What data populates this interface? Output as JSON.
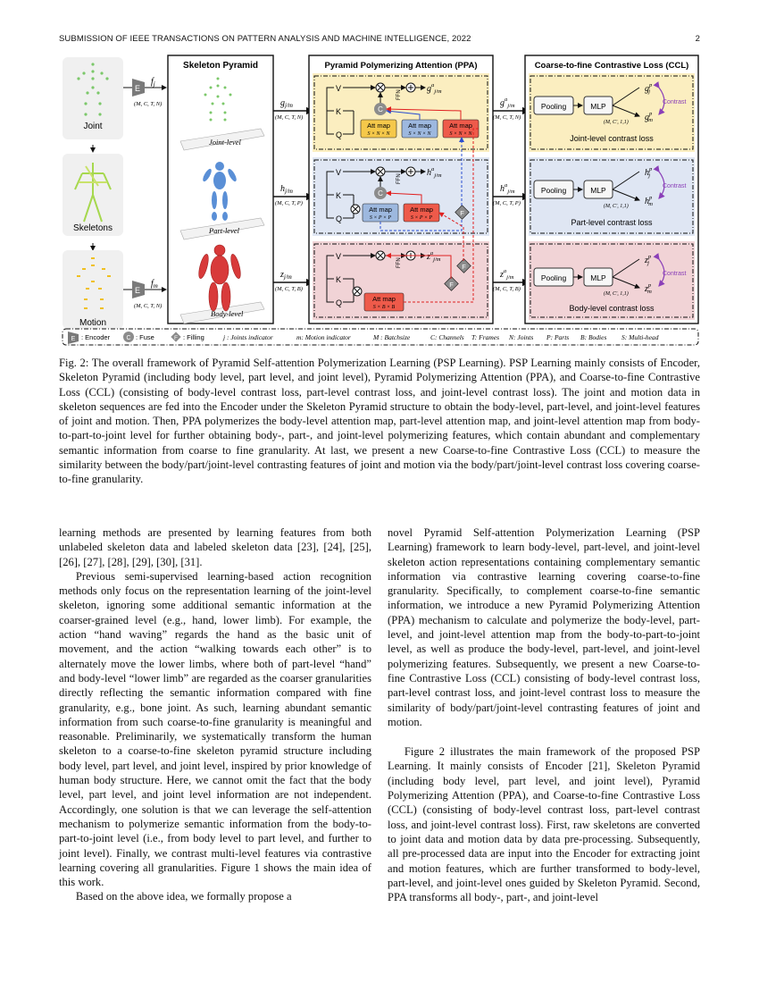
{
  "header": {
    "journal": "SUBMISSION OF IEEE TRANSACTIONS ON PATTERN ANALYSIS AND MACHINE INTELLIGENCE, 2022",
    "page_number": "2"
  },
  "figure": {
    "left_labels": {
      "joint": "Joint",
      "skeletons": "Skeletons",
      "motion": "Motion"
    },
    "encoder_letter": "E",
    "feat_fj": "f",
    "feat_fj_sub": "j",
    "feat_fm": "f",
    "feat_fm_sub": "m",
    "dims": "(M, C, T, N)",
    "pyramid_title": "Skeleton Pyramid",
    "level_joint": "Joint-level",
    "level_part": "Part-level",
    "level_body": "Body-level",
    "ppa_title": "Pyramid Polymerizing Attention (PPA)",
    "ccl_title": "Coarse-to-fine Contrastive Loss (CCL)",
    "in_g": "g",
    "in_h": "h",
    "in_z": "z",
    "in_sub": "j/m",
    "in_dims_g": "(M, C, T, N)",
    "in_dims_h": "(M, C, T, P)",
    "in_dims_z": "(M, C, T, B)",
    "V": "V",
    "K": "K",
    "Q": "Q",
    "ffn": "FFN",
    "att_map": "Att map",
    "att_snn": "S × N × N",
    "att_spp": "S × P × P",
    "att_sbb": "S × B × B",
    "out_ga": "g",
    "out_ha": "h",
    "out_za": "z",
    "out_sup": "a",
    "out_dims_g": "(M, C, T, N)",
    "out_dims_h": "(M, C, T, P)",
    "out_dims_z": "(M, C, T, B)",
    "pooling": "Pooling",
    "mlp": "MLP",
    "mlp_dims": "(M, C', 1,1)",
    "contrast": "Contrast",
    "proj_g": "g",
    "proj_h": "h",
    "proj_z": "z",
    "proj_sup": "p",
    "proj_j": "j",
    "proj_m": "m",
    "loss_joint": "Joint-level contrast loss",
    "loss_part": "Part-level contrast loss",
    "loss_body": "Body-level contrast loss",
    "fuse_letter": "C",
    "fill_letter": "F",
    "legend": [
      ": Encoder",
      ": Fuse",
      ": Filling",
      "j : Joints indicator",
      "m: Motion indicator",
      "M : Batchsize",
      "C: Channels",
      "T: Frames",
      "N: Joints",
      "P: Parts",
      "B: Bodies",
      "S: Multi-head"
    ]
  },
  "caption": "Fig. 2: The overall framework of Pyramid Self-attention Polymerization Learning (PSP Learning). PSP Learning mainly consists of Encoder, Skeleton Pyramid (including body level, part level, and joint level), Pyramid Polymerizing Attention (PPA), and Coarse-to-fine Contrastive Loss (CCL) (consisting of body-level contrast loss, part-level contrast loss, and joint-level contrast loss). The joint and motion data in skeleton sequences are fed into the Encoder under the Skeleton Pyramid structure to obtain the body-level, part-level, and joint-level features of joint and motion. Then, PPA polymerizes the body-level attention map, part-level attention map, and joint-level attention map from body-to-part-to-joint level for further obtaining body-, part-, and joint-level polymerizing features, which contain abundant and complementary semantic information from coarse to fine granularity. At last, we present a new Coarse-to-fine Contrastive Loss (CCL) to measure the similarity between the body/part/joint-level contrasting features of joint and motion via the body/part/joint-level contrast loss covering coarse-to-fine granularity.",
  "body": {
    "left": [
      "learning methods are presented by learning features from both unlabeled skeleton data and labeled skeleton data [23], [24], [25], [26], [27], [28], [29], [30], [31].",
      "Previous semi-supervised learning-based action recognition methods only focus on the representation learning of the joint-level skeleton, ignoring some additional semantic information at the coarser-grained level (e.g., hand, lower limb). For example, the action “hand waving” regards the hand as the basic unit of movement, and the action “walking towards each other” is to alternately move the lower limbs, where both of part-level “hand” and body-level “lower limb” are regarded as the coarser granularities directly reflecting the semantic information compared with fine granularity, e.g., bone joint. As such, learning abundant semantic information from such coarse-to-fine granularity is meaningful and reasonable. Preliminarily, we systematically transform the human skeleton to a coarse-to-fine skeleton pyramid structure including body level, part level, and joint level, inspired by prior knowledge of human body structure. Here, we cannot omit the fact that the body level, part level, and joint level information are not independent. Accordingly, one solution is that we can leverage the self-attention mechanism to polymerize semantic information from the body-to-part-to-joint level (i.e., from body level to part level, and further to joint level). Finally, we contrast multi-level features via contrastive learning covering all granularities. Figure 1 shows the main idea of this work.",
      "Based on the above idea, we formally propose a"
    ],
    "right": [
      "novel Pyramid Self-attention Polymerization Learning (PSP Learning) framework to learn body-level, part-level, and joint-level skeleton action representations containing complementary semantic information via contrastive learning covering coarse-to-fine granularity. Specifically, to complement coarse-to-fine semantic information, we introduce a new Pyramid Polymerizing Attention (PPA) mechanism to calculate and polymerize the body-level, part-level, and joint-level attention map from the body-to-part-to-joint level, as well as produce the body-level, part-level, and joint-level polymerizing features. Subsequently, we present a new Coarse-to-fine Contrastive Loss (CCL) consisting of body-level contrast loss, part-level contrast loss, and joint-level contrast loss to measure the similarity of body/part/joint-level contrasting features of joint and motion.",
      "Figure 2 illustrates the main framework of the proposed PSP Learning. It mainly consists of Encoder [21], Skeleton Pyramid (including body level, part level, and joint level), Pyramid Polymerizing Attention (PPA), and Coarse-to-fine Contrastive Loss (CCL) (consisting of body-level contrast loss, part-level contrast loss, and joint-level contrast loss). First, raw skeletons are converted to joint data and motion data by data pre-processing. Subsequently, all pre-processed data are input into the Encoder for extracting joint and motion features, which are further transformed to body-level, part-level, and joint-level ones guided by Skeleton Pyramid. Second, PPA transforms all body-, part-, and joint-level"
    ]
  },
  "colors": {
    "joint_band": "#fbeec0",
    "part_band": "#dfe6f3",
    "body_band": "#f1d3d6",
    "att_yellow": "#f5c84a",
    "att_blue": "#9db8df",
    "att_red": "#ee5a4a",
    "contrast": "#8a3fb8",
    "fuse": "#8c8c8c"
  }
}
